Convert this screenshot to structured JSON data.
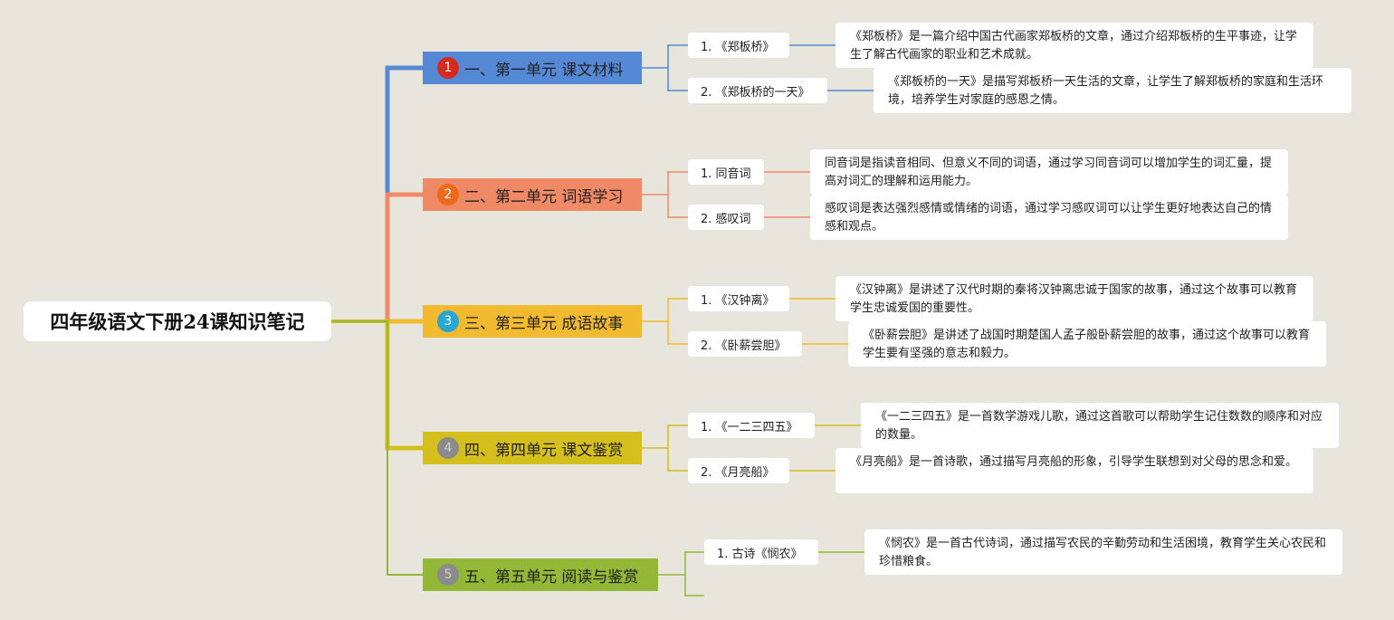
{
  "root": {
    "title": "四年级语文下册24课知识笔记"
  },
  "branches": [
    {
      "number": "1",
      "label": "一、第一单元 课文材料",
      "color": "#5589d6",
      "badge_color": "#d42b1e",
      "children": [
        {
          "label": "1. 《郑板桥》",
          "note": "《郑板桥》是一篇介绍中国古代画家郑板桥的文章，通过介绍郑板桥的生平事迹，让学生了解古代画家的职业和艺术成就。"
        },
        {
          "label": "2. 《郑板桥的一天》",
          "note": "《郑板桥的一天》是描写郑板桥一天生活的文章，让学生了解郑板桥的家庭和生活环境，培养学生对家庭的感恩之情。"
        }
      ]
    },
    {
      "number": "2",
      "label": "二、第二单元 词语学习",
      "color": "#f08a66",
      "badge_color": "#ee6a1c",
      "children": [
        {
          "label": "1. 同音词",
          "note": "同音词是指读音相同、但意义不同的词语，通过学习同音词可以增加学生的词汇量，提高对词汇的理解和运用能力。"
        },
        {
          "label": "2. 感叹词",
          "note": "感叹词是表达强烈感情或情绪的词语，通过学习感叹词可以让学生更好地表达自己的情感和观点。"
        }
      ]
    },
    {
      "number": "3",
      "label": "三、第三单元 成语故事",
      "color": "#f2ba2e",
      "badge_color": "#2aa6d4",
      "children": [
        {
          "label": "1. 《汉钟离》",
          "note": "《汉钟离》是讲述了汉代时期的秦将汉钟离忠诚于国家的故事，通过这个故事可以教育学生忠诚爱国的重要性。"
        },
        {
          "label": "2. 《卧薪尝胆》",
          "note": "《卧薪尝胆》是讲述了战国时期楚国人孟子般卧薪尝胆的故事，通过这个故事可以教育学生要有坚强的意志和毅力。"
        }
      ]
    },
    {
      "number": "4",
      "label": "四、第四单元 课文鉴赏",
      "color": "#d4bf1d",
      "badge_color": "#8b8b8b",
      "children": [
        {
          "label": "1. 《一二三四五》",
          "note": "《一二三四五》是一首数学游戏儿歌，通过这首歌可以帮助学生记住数数的顺序和对应的数量。"
        },
        {
          "label": "2. 《月亮船》",
          "note": "《月亮船》是一首诗歌，通过描写月亮船的形象，引导学生联想到对父母的思念和爱。"
        }
      ]
    },
    {
      "number": "5",
      "label": "五、第五单元 阅读与鉴赏",
      "color": "#93b736",
      "badge_color": "#8b8b8b",
      "children": [
        {
          "label": "1. 古诗《悯农》",
          "note": "《悯农》是一首古代诗词，通过描写农民的辛勤劳动和生活困境，教育学生关心农民和珍惜粮食。"
        }
      ]
    }
  ]
}
